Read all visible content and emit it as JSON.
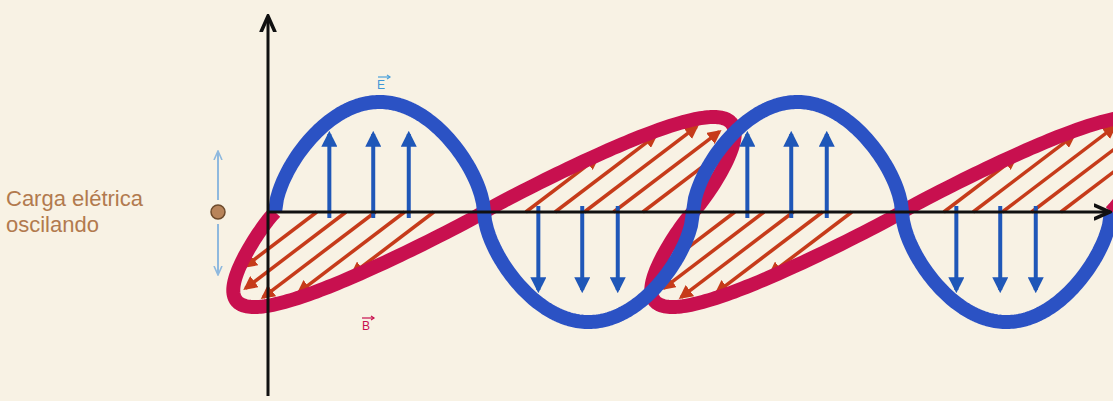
{
  "diagram": {
    "labels": [
      "Carga elétrica oscilando",
      "E",
      "B"
    ]
  }
}
